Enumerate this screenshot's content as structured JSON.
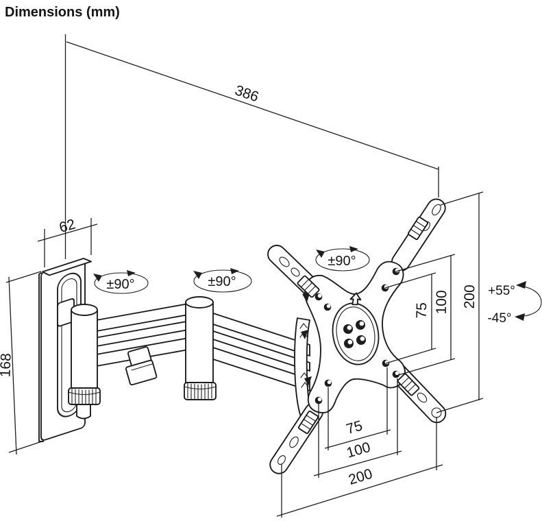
{
  "title": "Dimensions (mm)",
  "colors": {
    "line": "#1d1d1d",
    "background": "#ffffff"
  },
  "dimensions": {
    "arm_reach": "386",
    "wall_plate_depth": "62",
    "wall_plate_height": "168",
    "vesa_vertical_75": "75",
    "vesa_vertical_100": "100",
    "plate_height_200": "200",
    "vesa_horizontal_75": "75",
    "vesa_horizontal_100": "100",
    "plate_width_200": "200"
  },
  "rotation": {
    "wall_swivel": "±90°",
    "arm_swivel": "±90°",
    "plate_rotation": "±90°"
  },
  "tilt": {
    "up": "+55°",
    "down": "-45°"
  }
}
